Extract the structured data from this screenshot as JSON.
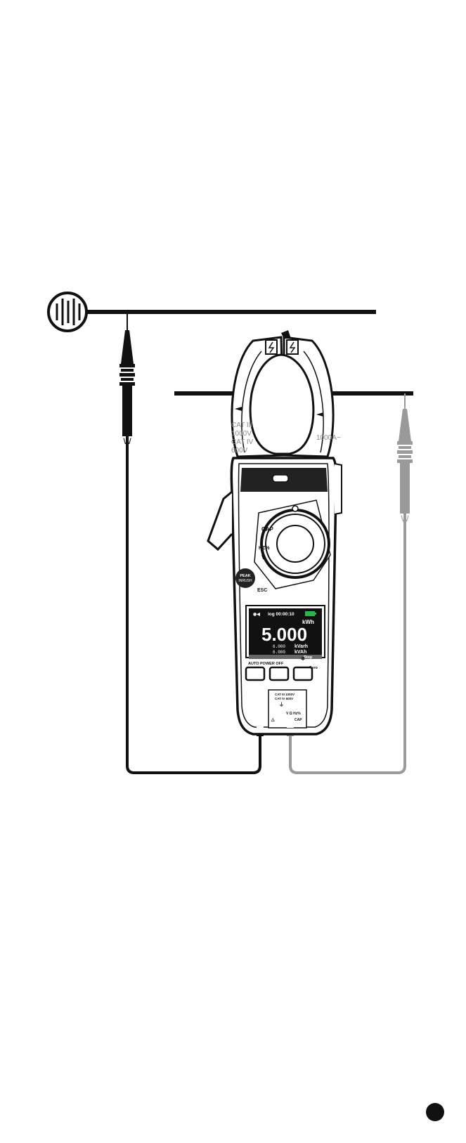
{
  "labels": {
    "cat_1": "CAT III",
    "cat_2": "1000V",
    "cat_3": "CAT IV",
    "cat_4": "600V",
    "jaw_rating": "1000A~"
  },
  "dial": {
    "cap_label": "CAP",
    "hz_label": "HZ%",
    "v_label": "V"
  },
  "peak_button": {
    "line1": "PEAK",
    "line2": "INRUSH",
    "esc": "ESC"
  },
  "display": {
    "status": "log 00:00:10",
    "unit_main": "kWh",
    "main_value": "5.000",
    "row1_value": "6.000",
    "row1_unit": "kVarh",
    "row2_value": "6.000",
    "row2_unit": "kVAh",
    "softkey": "Stop"
  },
  "panel": {
    "auto_power_off": "AUTO POWER OFF",
    "zero_label": "Zero"
  },
  "terminals": {
    "rating_1": "CAT III 1000V",
    "rating_2": "CAT IV 600V",
    "terminal_label": "V Ω Hz%",
    "cap_label": "CAP"
  },
  "colors": {
    "ink": "#111111",
    "grey_lead": "#9a9a9a",
    "battery": "#2fb34a"
  },
  "page_marker": ""
}
